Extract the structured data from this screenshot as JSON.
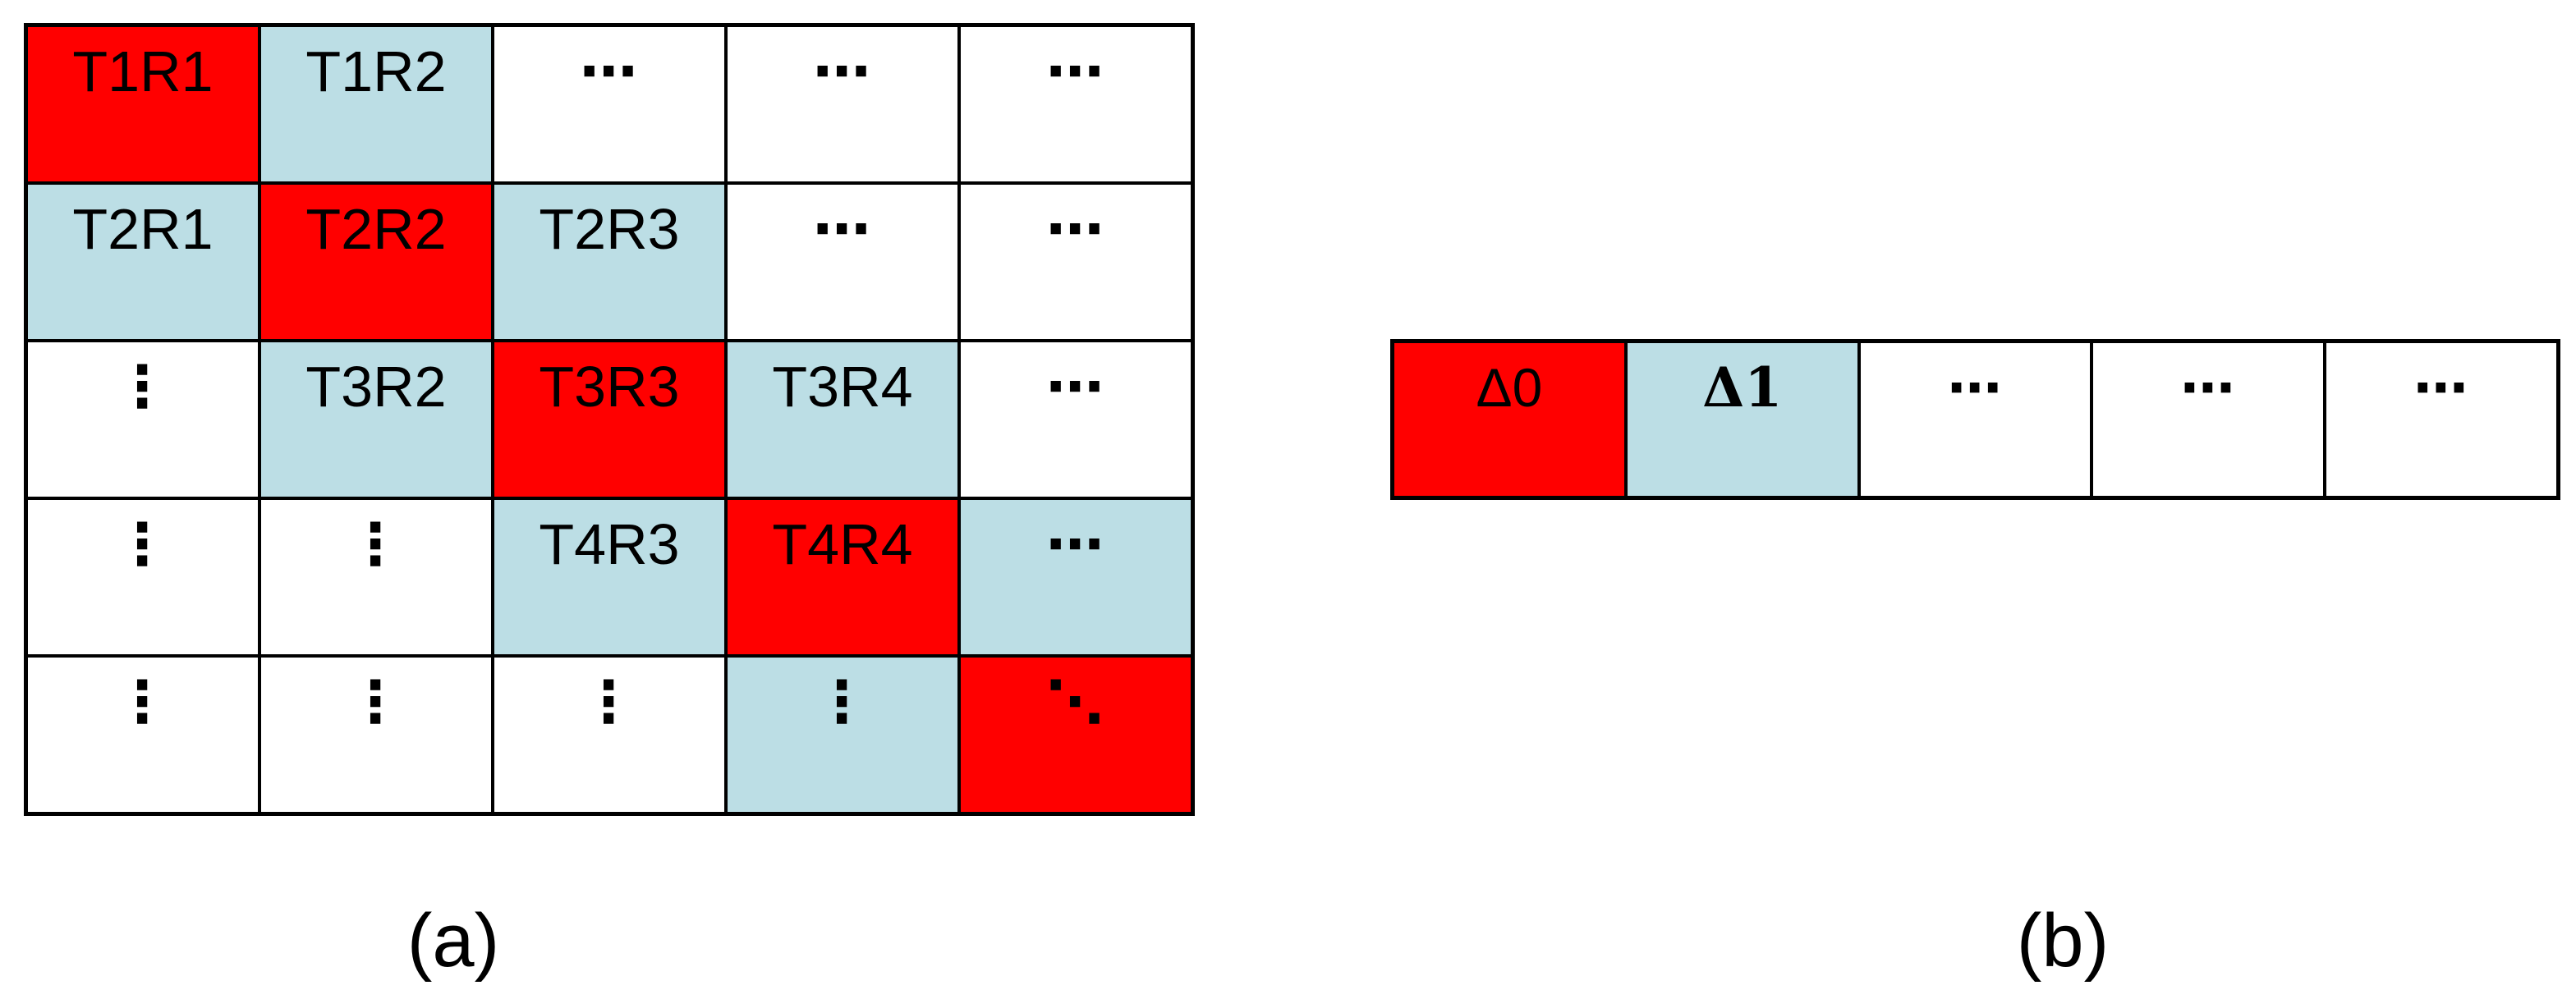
{
  "colors": {
    "cell_red": "#ff0000",
    "cell_blue": "#bcdee5",
    "border": "#000000",
    "text": "#000000"
  },
  "figure_a": {
    "label": "(a)",
    "grid": {
      "rows": 5,
      "cols": 5,
      "cells": [
        {
          "text": "T1R1",
          "bg": "red"
        },
        {
          "text": "T1R2",
          "bg": "blue"
        },
        {
          "text": "⋯",
          "bg": "white",
          "variant": "dots"
        },
        {
          "text": "⋯",
          "bg": "white",
          "variant": "dots"
        },
        {
          "text": "⋯",
          "bg": "white",
          "variant": "dots"
        },
        {
          "text": "T2R1",
          "bg": "blue"
        },
        {
          "text": "T2R2",
          "bg": "red"
        },
        {
          "text": "T2R3",
          "bg": "blue"
        },
        {
          "text": "⋯",
          "bg": "white",
          "variant": "dots"
        },
        {
          "text": "⋯",
          "bg": "white",
          "variant": "dots"
        },
        {
          "text": "⋮",
          "bg": "white",
          "variant": "dots"
        },
        {
          "text": "T3R2",
          "bg": "blue"
        },
        {
          "text": "T3R3",
          "bg": "red"
        },
        {
          "text": "T3R4",
          "bg": "blue"
        },
        {
          "text": "⋯",
          "bg": "white",
          "variant": "dots"
        },
        {
          "text": "⋮",
          "bg": "white",
          "variant": "dots"
        },
        {
          "text": "⋮",
          "bg": "white",
          "variant": "dots"
        },
        {
          "text": "T4R3",
          "bg": "blue"
        },
        {
          "text": "T4R4",
          "bg": "red"
        },
        {
          "text": "⋯",
          "bg": "blue",
          "variant": "dots"
        },
        {
          "text": "⋮",
          "bg": "white",
          "variant": "dots"
        },
        {
          "text": "⋮",
          "bg": "white",
          "variant": "dots"
        },
        {
          "text": "⋮",
          "bg": "white",
          "variant": "dots"
        },
        {
          "text": "⋮",
          "bg": "blue",
          "variant": "dots"
        },
        {
          "text": "⋱",
          "bg": "red",
          "variant": "dots"
        }
      ]
    }
  },
  "figure_b": {
    "label": "(b)",
    "cells": [
      {
        "text": "Δ0",
        "bg": "red"
      },
      {
        "text": "Δ1",
        "bg": "blue",
        "variant": "math-bold"
      },
      {
        "text": "⋯",
        "bg": "white",
        "variant": "dots"
      },
      {
        "text": "⋯",
        "bg": "white",
        "variant": "dots"
      },
      {
        "text": "⋯",
        "bg": "white",
        "variant": "dots"
      }
    ]
  }
}
